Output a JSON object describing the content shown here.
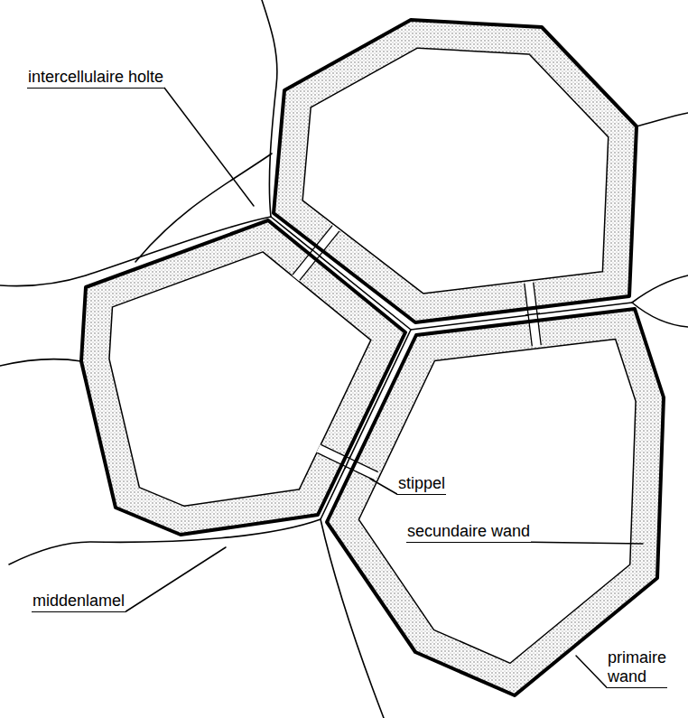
{
  "diagram": {
    "labels": [
      "intercellulaire holte",
      "stippel",
      "secundaire wand",
      "middenlamel",
      "primaire wand"
    ]
  }
}
